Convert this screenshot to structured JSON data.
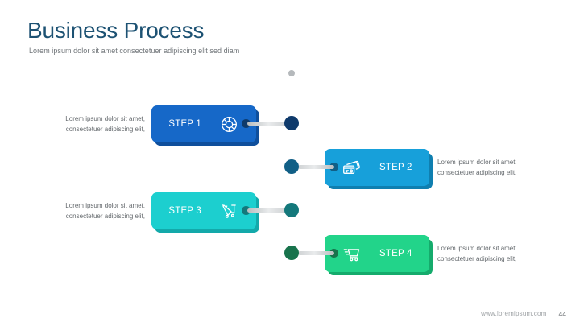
{
  "header": {
    "title": "Business Process",
    "subtitle": "Lorem ipsum dolor sit amet consectetuer adipiscing elit sed diam",
    "title_color": "#1d5273",
    "subtitle_color": "#6f7478"
  },
  "timeline": {
    "style": "dashed-vertical",
    "color": "#b9bdc0",
    "cap_dot_color": "#b5b9bc"
  },
  "steps": [
    {
      "label": "STEP 1",
      "icon": "lifebuoy-icon",
      "side": "left",
      "color": "#1668c8",
      "shadow_color": "#0f4f9c",
      "dot_color": "#0e3a6b",
      "nub_color": "#0e3a6b",
      "description": "Lorem ipsum dolor sit amet,\nconsectetuer adipiscing elit,"
    },
    {
      "label": "STEP 2",
      "icon": "credit-card-icon",
      "side": "right",
      "color": "#17a0da",
      "shadow_color": "#0f7fb0",
      "dot_color": "#115f86",
      "nub_color": "#115f86",
      "description": "Lorem ipsum dolor sit amet,\nconsectetuer adipiscing elit,"
    },
    {
      "label": "STEP 3",
      "icon": "hand-truck-icon",
      "side": "left",
      "color": "#1ccfcf",
      "shadow_color": "#13a9aa",
      "dot_color": "#14787b",
      "nub_color": "#14787b",
      "description": "Lorem ipsum dolor sit amet,\nconsectetuer adipiscing elit,"
    },
    {
      "label": "STEP 4",
      "icon": "shopping-cart-icon",
      "side": "right",
      "color": "#22d48a",
      "shadow_color": "#15ab6c",
      "dot_color": "#18734c",
      "nub_color": "#18734c",
      "description": "Lorem ipsum dolor sit amet,\nconsectetuer adipiscing elit,"
    }
  ],
  "footer": {
    "url": "www.loremipsum.com",
    "page_number": "44"
  }
}
